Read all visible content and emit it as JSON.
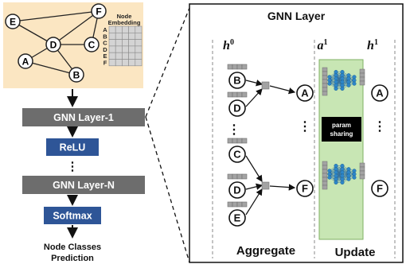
{
  "graph": {
    "nodes": [
      "E",
      "F",
      "D",
      "C",
      "A",
      "B"
    ],
    "edges": [
      [
        "E",
        "F"
      ],
      [
        "E",
        "D"
      ],
      [
        "F",
        "D"
      ],
      [
        "F",
        "C"
      ],
      [
        "D",
        "C"
      ],
      [
        "D",
        "A"
      ],
      [
        "D",
        "B"
      ],
      [
        "A",
        "B"
      ]
    ],
    "embedding_title_line1": "Node",
    "embedding_title_line2": "Embedding",
    "embedding_rows": [
      "A",
      "B",
      "C",
      "D",
      "E",
      "F"
    ],
    "background_color": "#fbe6c2"
  },
  "pipeline": {
    "layer1": "GNN Layer-1",
    "relu": "ReLU",
    "ellipsis": "⋮",
    "layerN": "GNN Layer-N",
    "softmax": "Softmax",
    "output_line1": "Node Classes",
    "output_line2": "Prediction",
    "gray_block_color": "#6d6d6d",
    "blue_block_color": "#2e5597"
  },
  "detail": {
    "title": "GNN Layer",
    "h0": "h",
    "h0_sup": "0",
    "a1": "a",
    "a1_sup": "1",
    "h1": "h",
    "h1_sup": "1",
    "top_inputs": [
      "B",
      "D"
    ],
    "bottom_inputs": [
      "C",
      "D",
      "E"
    ],
    "targets": [
      "A",
      "F"
    ],
    "outputs": [
      "A",
      "F"
    ],
    "ellipsis": "⋮",
    "param_line1": "param",
    "param_line2": "sharing",
    "aggregate_label": "Aggregate",
    "update_label": "Update",
    "update_band_color": "#c8e6b4",
    "neuron_color": "#2e86c8"
  }
}
